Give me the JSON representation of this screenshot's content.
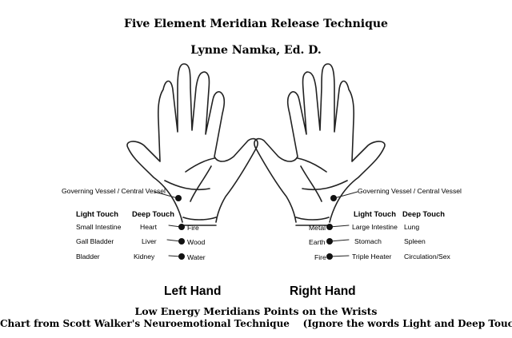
{
  "title": "Five Element Meridian Release Technique",
  "author": "Lynne Namka, Ed. D.",
  "left_hand": {
    "governing_label": "Governing Vessel / Central Vessel",
    "light_touch_header": "Light Touch",
    "deep_touch_header": "Deep Touch",
    "light_touch": [
      "Small Intestine",
      "Gall Bladder",
      "Bladder"
    ],
    "deep_touch": [
      "Heart",
      "Liver",
      "Kidney"
    ],
    "elements": [
      "Fire",
      "Wood",
      "Water"
    ],
    "name": "Left Hand"
  },
  "right_hand": {
    "governing_label": "Governing Vessel / Central Vessel",
    "light_touch_header": "Light Touch",
    "deep_touch_header": "Deep Touch",
    "elements": [
      "Metal",
      "Earth",
      "Fire"
    ],
    "light_touch": [
      "Large Intestine",
      "Stomach",
      "Triple Heater"
    ],
    "deep_touch": [
      "Lung",
      "Spleen",
      "Circulation/Sex"
    ],
    "name": "Right Hand"
  },
  "caption_line1": "Low Energy Meridians Points on the Wrists",
  "caption_line2": "Chart from Scott Walker's Neuroemotional Technique    (Ignore the words Light and Deep Touch)"
}
